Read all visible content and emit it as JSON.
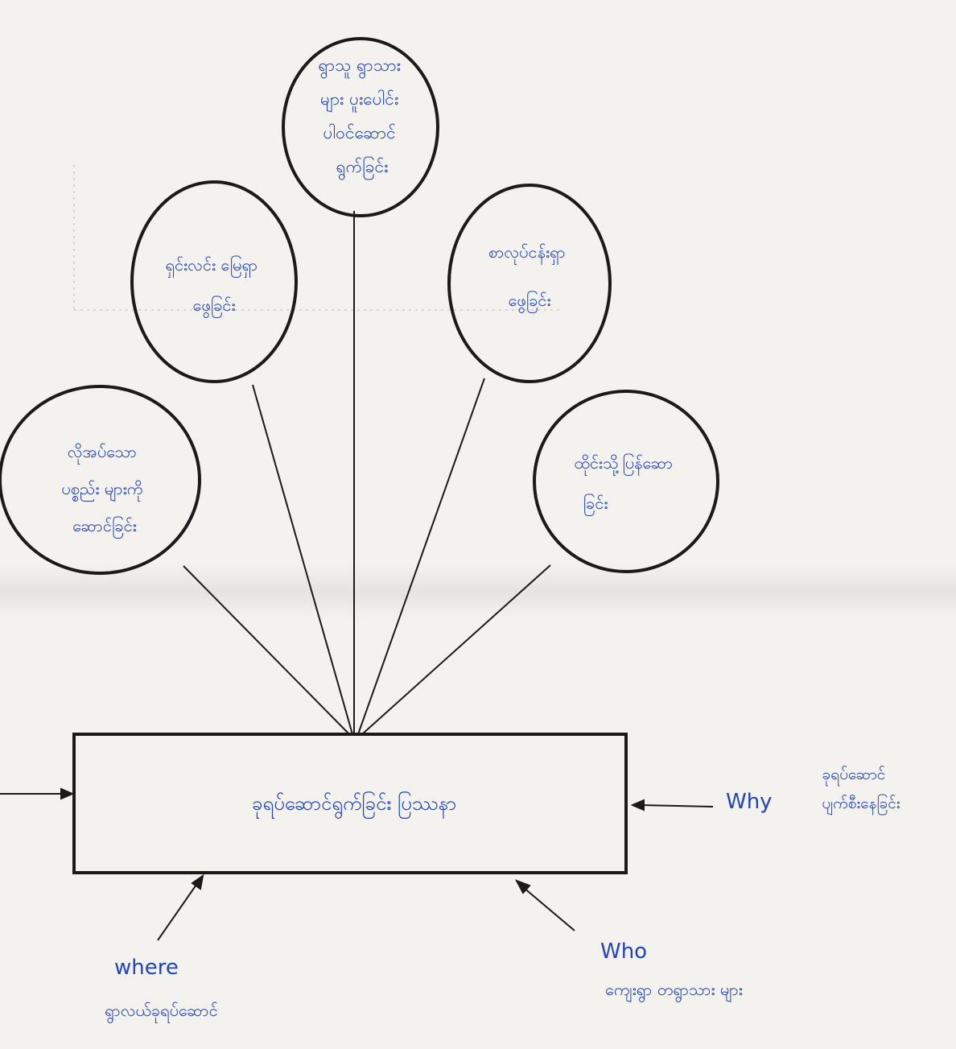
{
  "diagram": {
    "center_node": {
      "text": "ခုရပ်ဆောင်ရွက်ခြင်း ပြဿနာ"
    },
    "bubbles": [
      {
        "id": "top",
        "lines": [
          "ရွာသူ ရွာသား",
          "များ ပူးပေါင်း",
          "ပါဝင်ဆောင်",
          "ရွက်ခြင်း"
        ]
      },
      {
        "id": "upper-left",
        "lines": [
          "ရှင်းလင်း မြေရှာ",
          "ဖွေခြင်း"
        ]
      },
      {
        "id": "upper-right",
        "lines": [
          "စာလုပ်ငန်းရှာ",
          "ဖွေခြင်း"
        ]
      },
      {
        "id": "lower-left",
        "lines": [
          "လိုအပ်သော",
          "ပစ္စည်း များကို",
          "ဆောင်ခြင်း"
        ]
      },
      {
        "id": "lower-right",
        "lines": [
          "ထိုင်းသို့ပြန်ဆော",
          "ခြင်း"
        ]
      }
    ],
    "side_labels": {
      "why": {
        "keyword": "Why",
        "lines": [
          "ခုရပ်ဆောင်",
          "ပျက်စီးနေခြင်း"
        ]
      },
      "where": {
        "keyword": "where",
        "lines": [
          "ရွာလယ်ခုရပ်ဆောင်"
        ]
      },
      "who": {
        "keyword": "Who",
        "lines": [
          "ကျေးရွာ တရွာသား များ"
        ]
      }
    },
    "colors": {
      "ink": "#2244b8",
      "line": "#1a1a1a",
      "paper": "#f3f2ee"
    }
  }
}
